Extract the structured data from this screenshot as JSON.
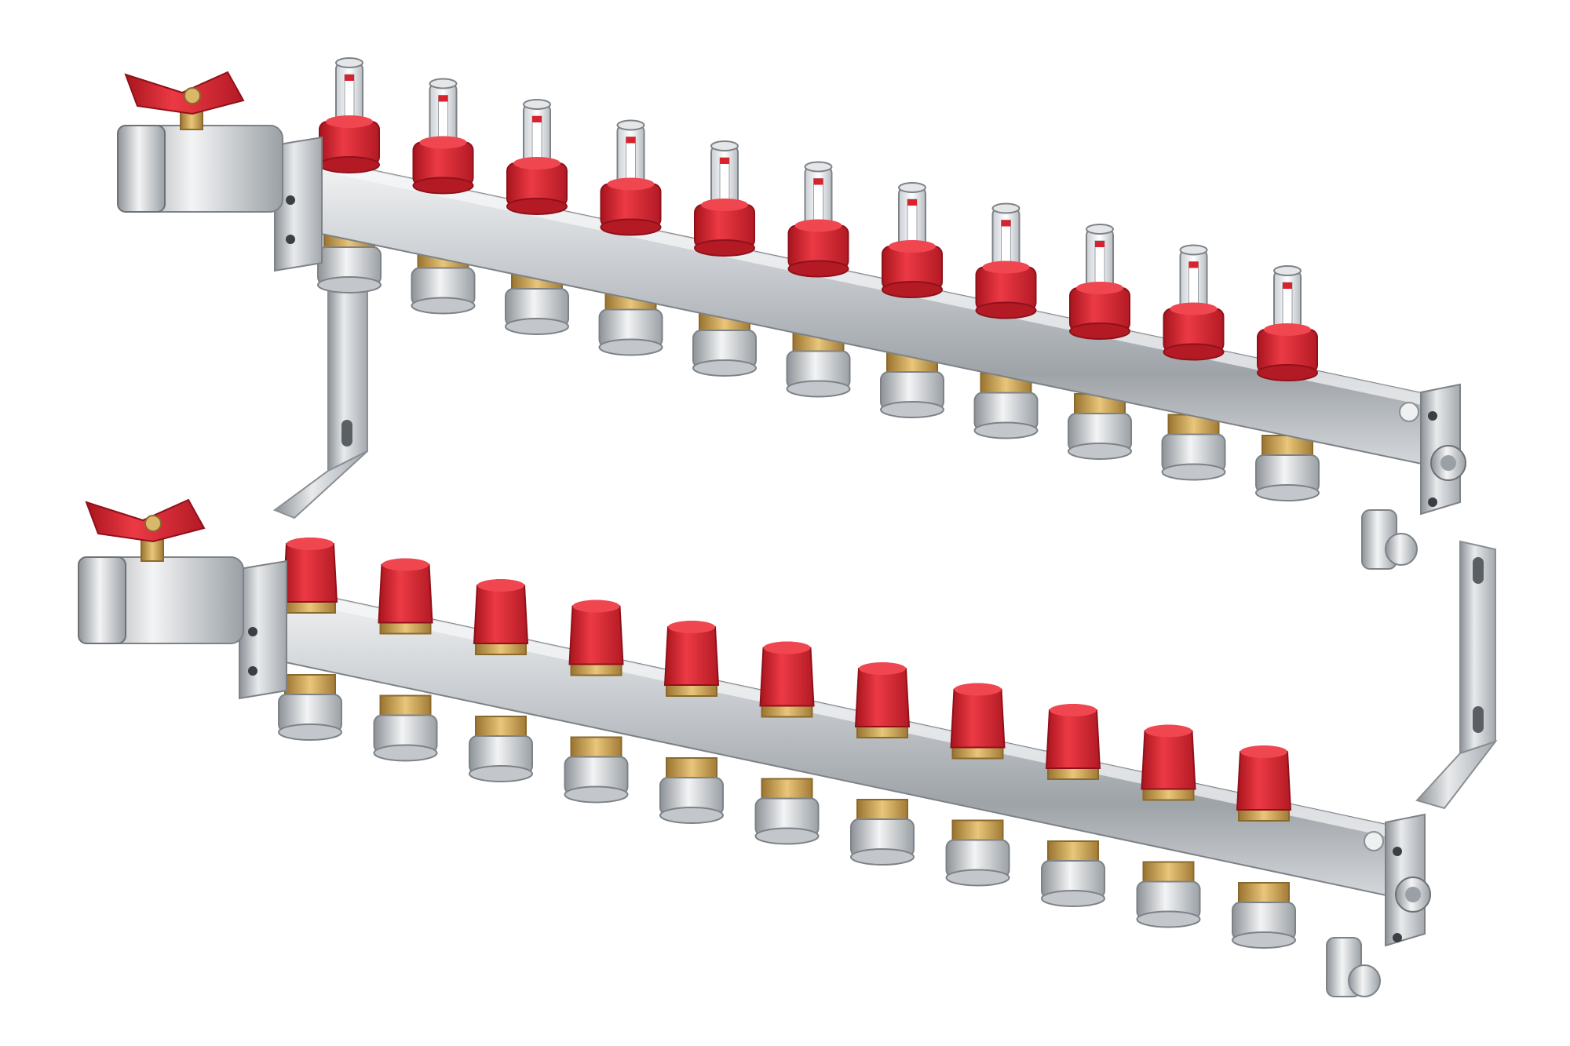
{
  "scene": {
    "subject": "heating-manifold",
    "bars": [
      {
        "role": "supply",
        "ports": 11,
        "port_cap": "flow-meter"
      },
      {
        "role": "return",
        "ports": 11,
        "port_cap": "valve-cap"
      }
    ]
  },
  "colors": {
    "background": "#ffffff",
    "steel_light": "#e6e8ea",
    "steel_mid": "#b9bdc1",
    "steel_dark": "#7d8287",
    "red": "#d8232f",
    "red_dark": "#9e1620",
    "brass": "#c8a052",
    "chrome": "#dcdfe2"
  }
}
